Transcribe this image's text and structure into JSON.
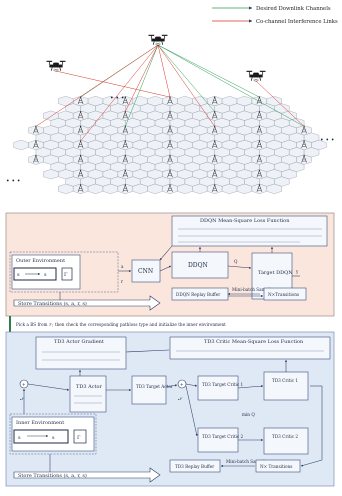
{
  "legend": {
    "desired": "Desired Downlink Channels",
    "interference": "Co-channel Interference Links",
    "desired_color": "#2e9e57",
    "interference_color": "#d9342b"
  },
  "ddqn_panel": {
    "loss_title": "DDQN Mean-Square Loss Function",
    "outer_env": "Outer Environment",
    "state_left": "s",
    "state_right": "s",
    "gamma": "Γ",
    "cnn": "CNN",
    "ddqn": "DDQN",
    "target_ddqn": "Target DDQN",
    "replay": "DDQN Replay Buffer",
    "minibatch": "Mini-batch Sampling",
    "transitions": "N×Transitions",
    "store": "Store Transitions (s, a, r, s)",
    "sym_a": "a",
    "sym_r": "r",
    "sym_y": "y",
    "sym_q": "Q"
  },
  "middle_text": "Pick a BS from ℱ; then check the corresponding pathloss type and initialize the inner environment",
  "td3_panel": {
    "actor_gradient": "TD3 Actor Gradient",
    "critic_loss": "TD3 Critic Mean-Square Loss Function",
    "actor": "TD3 Actor",
    "target_actor": "TD3 Target Actor",
    "target_critic_1": "TD3 Target Critic 1",
    "target_critic_2": "TD3 Target Critic 2",
    "critic_1": "TD3 Critic 1",
    "critic_2": "TD3 Critic 2",
    "inner_env": "Inner Environment",
    "replay": "TD3 Replay Buffer",
    "minibatch": "Mini-batch Sampling",
    "transitions": "N× Transitions",
    "store": "Store Transitions (s, a, r, s)",
    "state_left": "s",
    "state_right": "s",
    "gamma": "Γ",
    "noise": "𝒩",
    "min_q": "min Q"
  },
  "dots": "• • •"
}
